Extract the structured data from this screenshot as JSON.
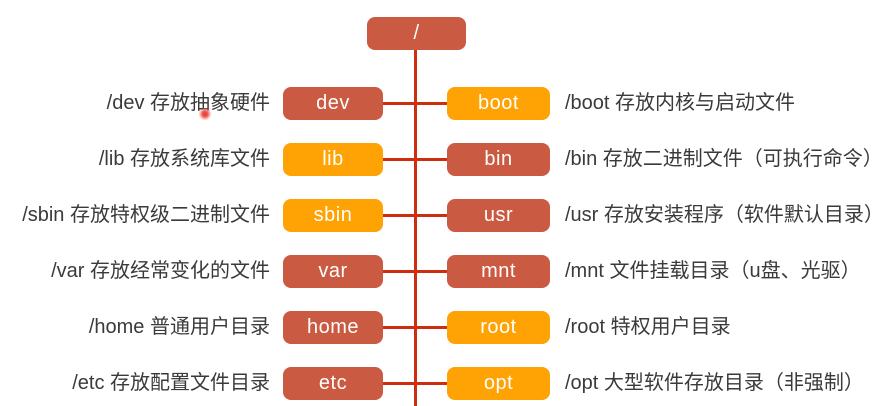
{
  "root": {
    "label": "/"
  },
  "colors": {
    "red": "#cb5a42",
    "orange": "#ffa203",
    "line": "#cf2e0e",
    "text": "#3a3a3a"
  },
  "rows": [
    {
      "left": {
        "name": "dev",
        "color": "red",
        "description": "/dev 存放抽象硬件"
      },
      "right": {
        "name": "boot",
        "color": "orange",
        "description": "/boot 存放内核与启动文件"
      }
    },
    {
      "left": {
        "name": "lib",
        "color": "orange",
        "description": "/lib 存放系统库文件"
      },
      "right": {
        "name": "bin",
        "color": "red",
        "description": "/bin 存放二进制文件（可执行命令）"
      }
    },
    {
      "left": {
        "name": "sbin",
        "color": "orange",
        "description": "/sbin 存放特权级二进制文件"
      },
      "right": {
        "name": "usr",
        "color": "red",
        "description": "/usr 存放安装程序（软件默认目录）"
      }
    },
    {
      "left": {
        "name": "var",
        "color": "red",
        "description": "/var 存放经常变化的文件"
      },
      "right": {
        "name": "mnt",
        "color": "red",
        "description": "/mnt 文件挂载目录（u盘、光驱）"
      }
    },
    {
      "left": {
        "name": "home",
        "color": "red",
        "description": "/home 普通用户目录"
      },
      "right": {
        "name": "root",
        "color": "orange",
        "description": "/root 特权用户目录"
      }
    },
    {
      "left": {
        "name": "etc",
        "color": "red",
        "description": "/etc 存放配置文件目录"
      },
      "right": {
        "name": "opt",
        "color": "orange",
        "description": "/opt 大型软件存放目录（非强制）"
      }
    }
  ]
}
